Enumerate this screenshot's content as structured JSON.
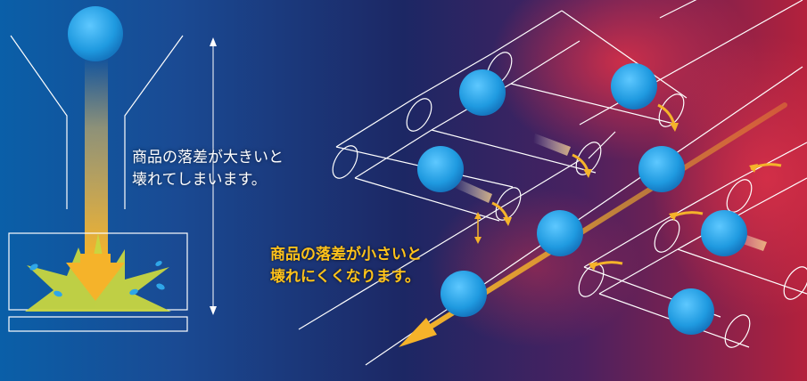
{
  "illustration": {
    "large_drop_text": {
      "line1": "商品の落差が大きいと",
      "line2": "壊れてしまいます。"
    },
    "small_drop_text": {
      "line1": "商品の落差が小さいと",
      "line2": "壊れにくくなります。"
    }
  },
  "colors": {
    "background_left": "#0d5aa0",
    "background_mid": "#1c2a6b",
    "background_right": "#b0203a",
    "product_ball": "#2fa6e8",
    "arrow": "#f5b32a",
    "impact_splash": "#c8d640",
    "outline": "#ffffff",
    "highlight_text": "#ffc21a"
  }
}
